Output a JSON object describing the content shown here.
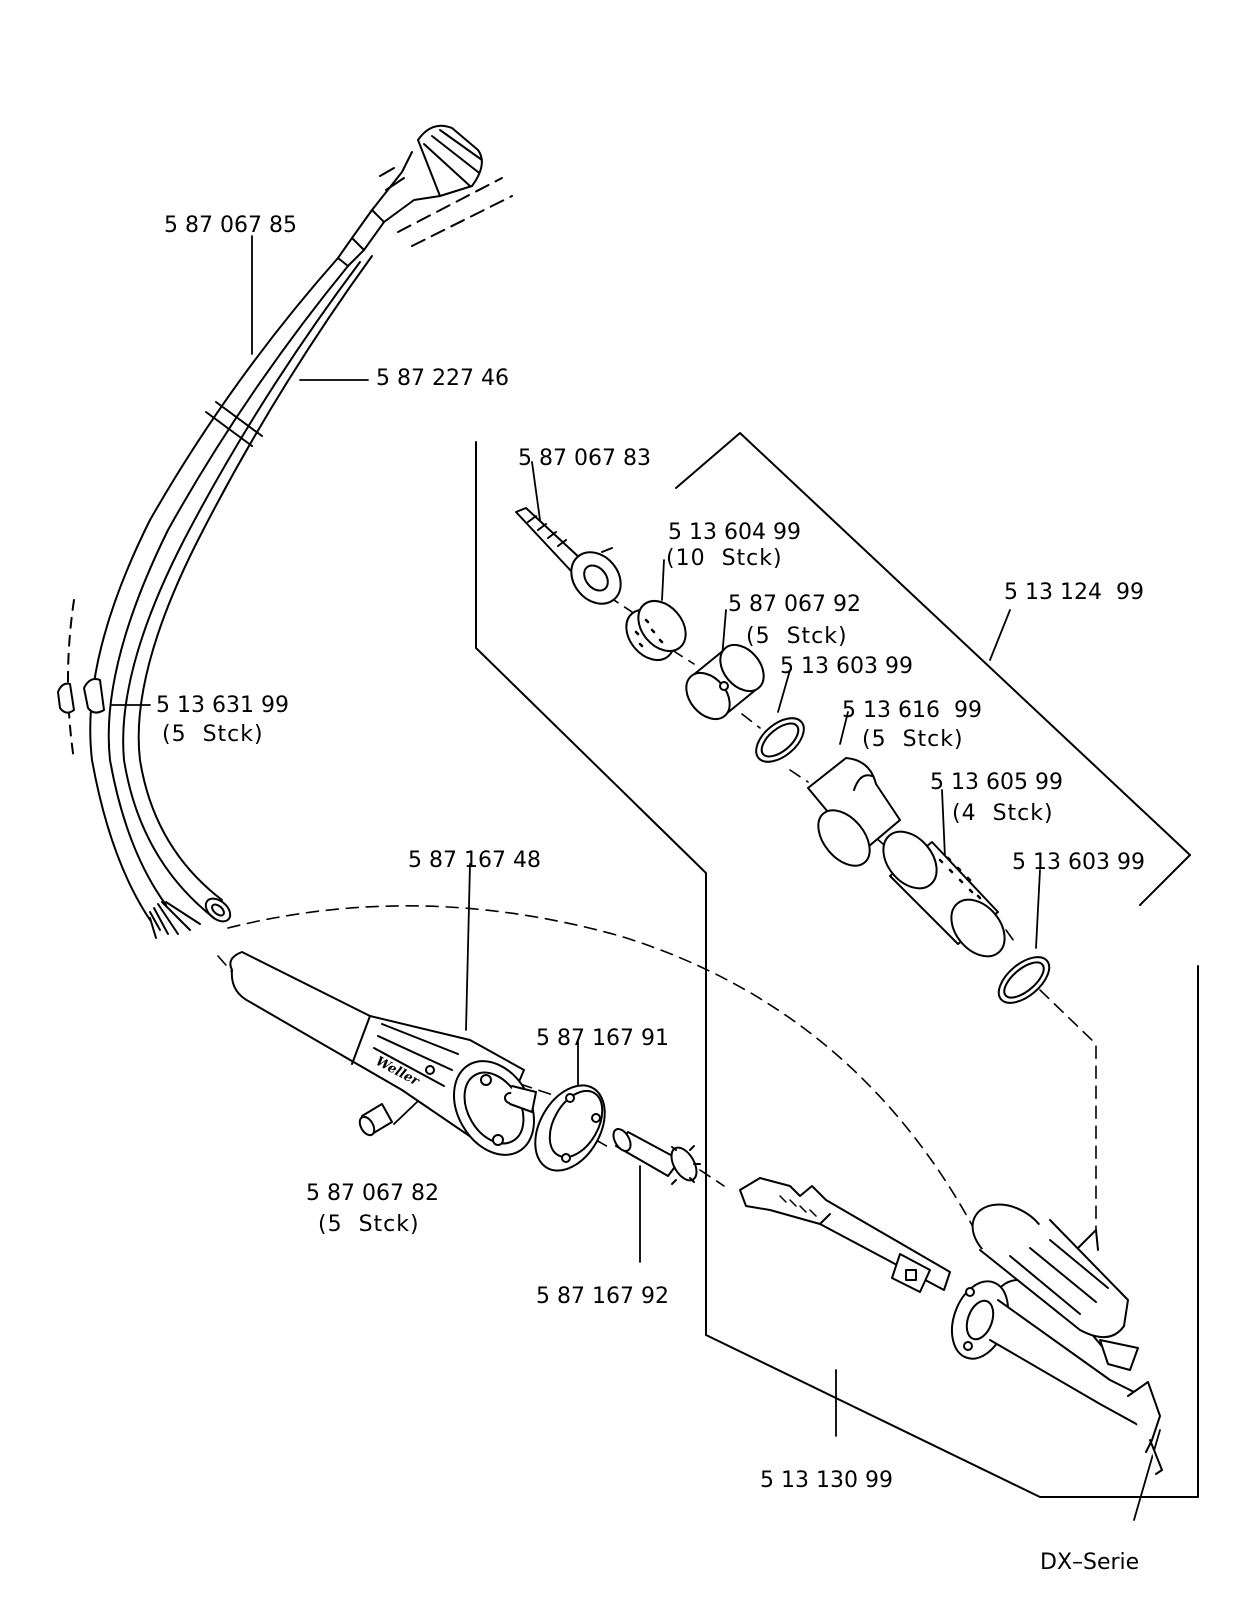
{
  "callouts": {
    "cable_main": {
      "part": "5 87 067 85"
    },
    "cable_tube": {
      "part": "5 87 227 46"
    },
    "clip": {
      "part": "5 13 631 99",
      "qty": "(5  Stck)"
    },
    "tip_screw": {
      "part": "5 87 067 83"
    },
    "filter_pad": {
      "part": "5 13 604 99",
      "qty": "(10  Stck)"
    },
    "sleeve": {
      "part": "5 87 067 92",
      "qty": "(5  Stck)"
    },
    "seal_ring_a": {
      "part": "5 13 603 99"
    },
    "bent_sleeve": {
      "part": "5 13 616  99",
      "qty": "(5  Stck)"
    },
    "mesh_sleeve": {
      "part": "5 13 605 99",
      "qty": "(4  Stck)"
    },
    "seal_ring_b": {
      "part": "5 13 603 99"
    },
    "kit": {
      "part": "5 13 124  99"
    },
    "handle": {
      "part": "5 87 167 48"
    },
    "grub_screw": {
      "part": "5 87 067 82",
      "qty": "(5  Stck)"
    },
    "nut_ring": {
      "part": "5 87 167 91"
    },
    "heater_tube": {
      "part": "5 87 167 92"
    },
    "assembly": {
      "part": "5 13 130 99"
    },
    "series": {
      "part": "DX–Serie"
    }
  },
  "brand_mark": "Weller"
}
